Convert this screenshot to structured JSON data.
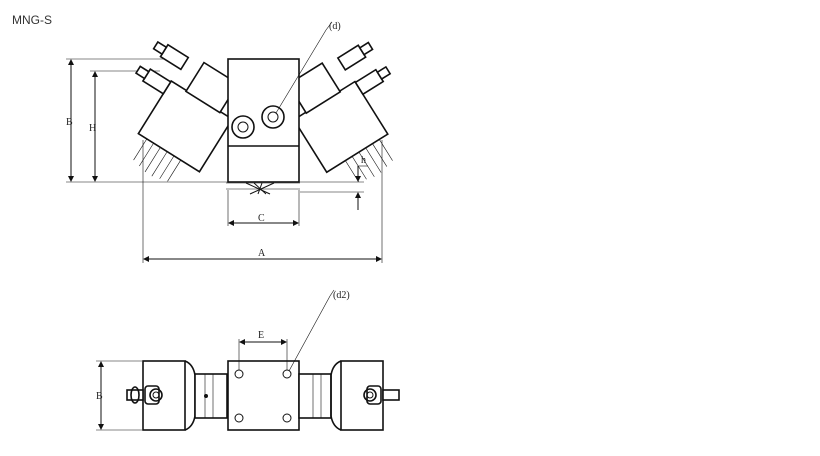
{
  "title": "MNG-S",
  "front_view": {
    "labels": {
      "B": "B",
      "H": "H",
      "h": "h",
      "C": "C",
      "A": "A",
      "d": "(d)"
    }
  },
  "top_view": {
    "labels": {
      "E": "E",
      "d2": "(d2)",
      "B": "B"
    }
  }
}
